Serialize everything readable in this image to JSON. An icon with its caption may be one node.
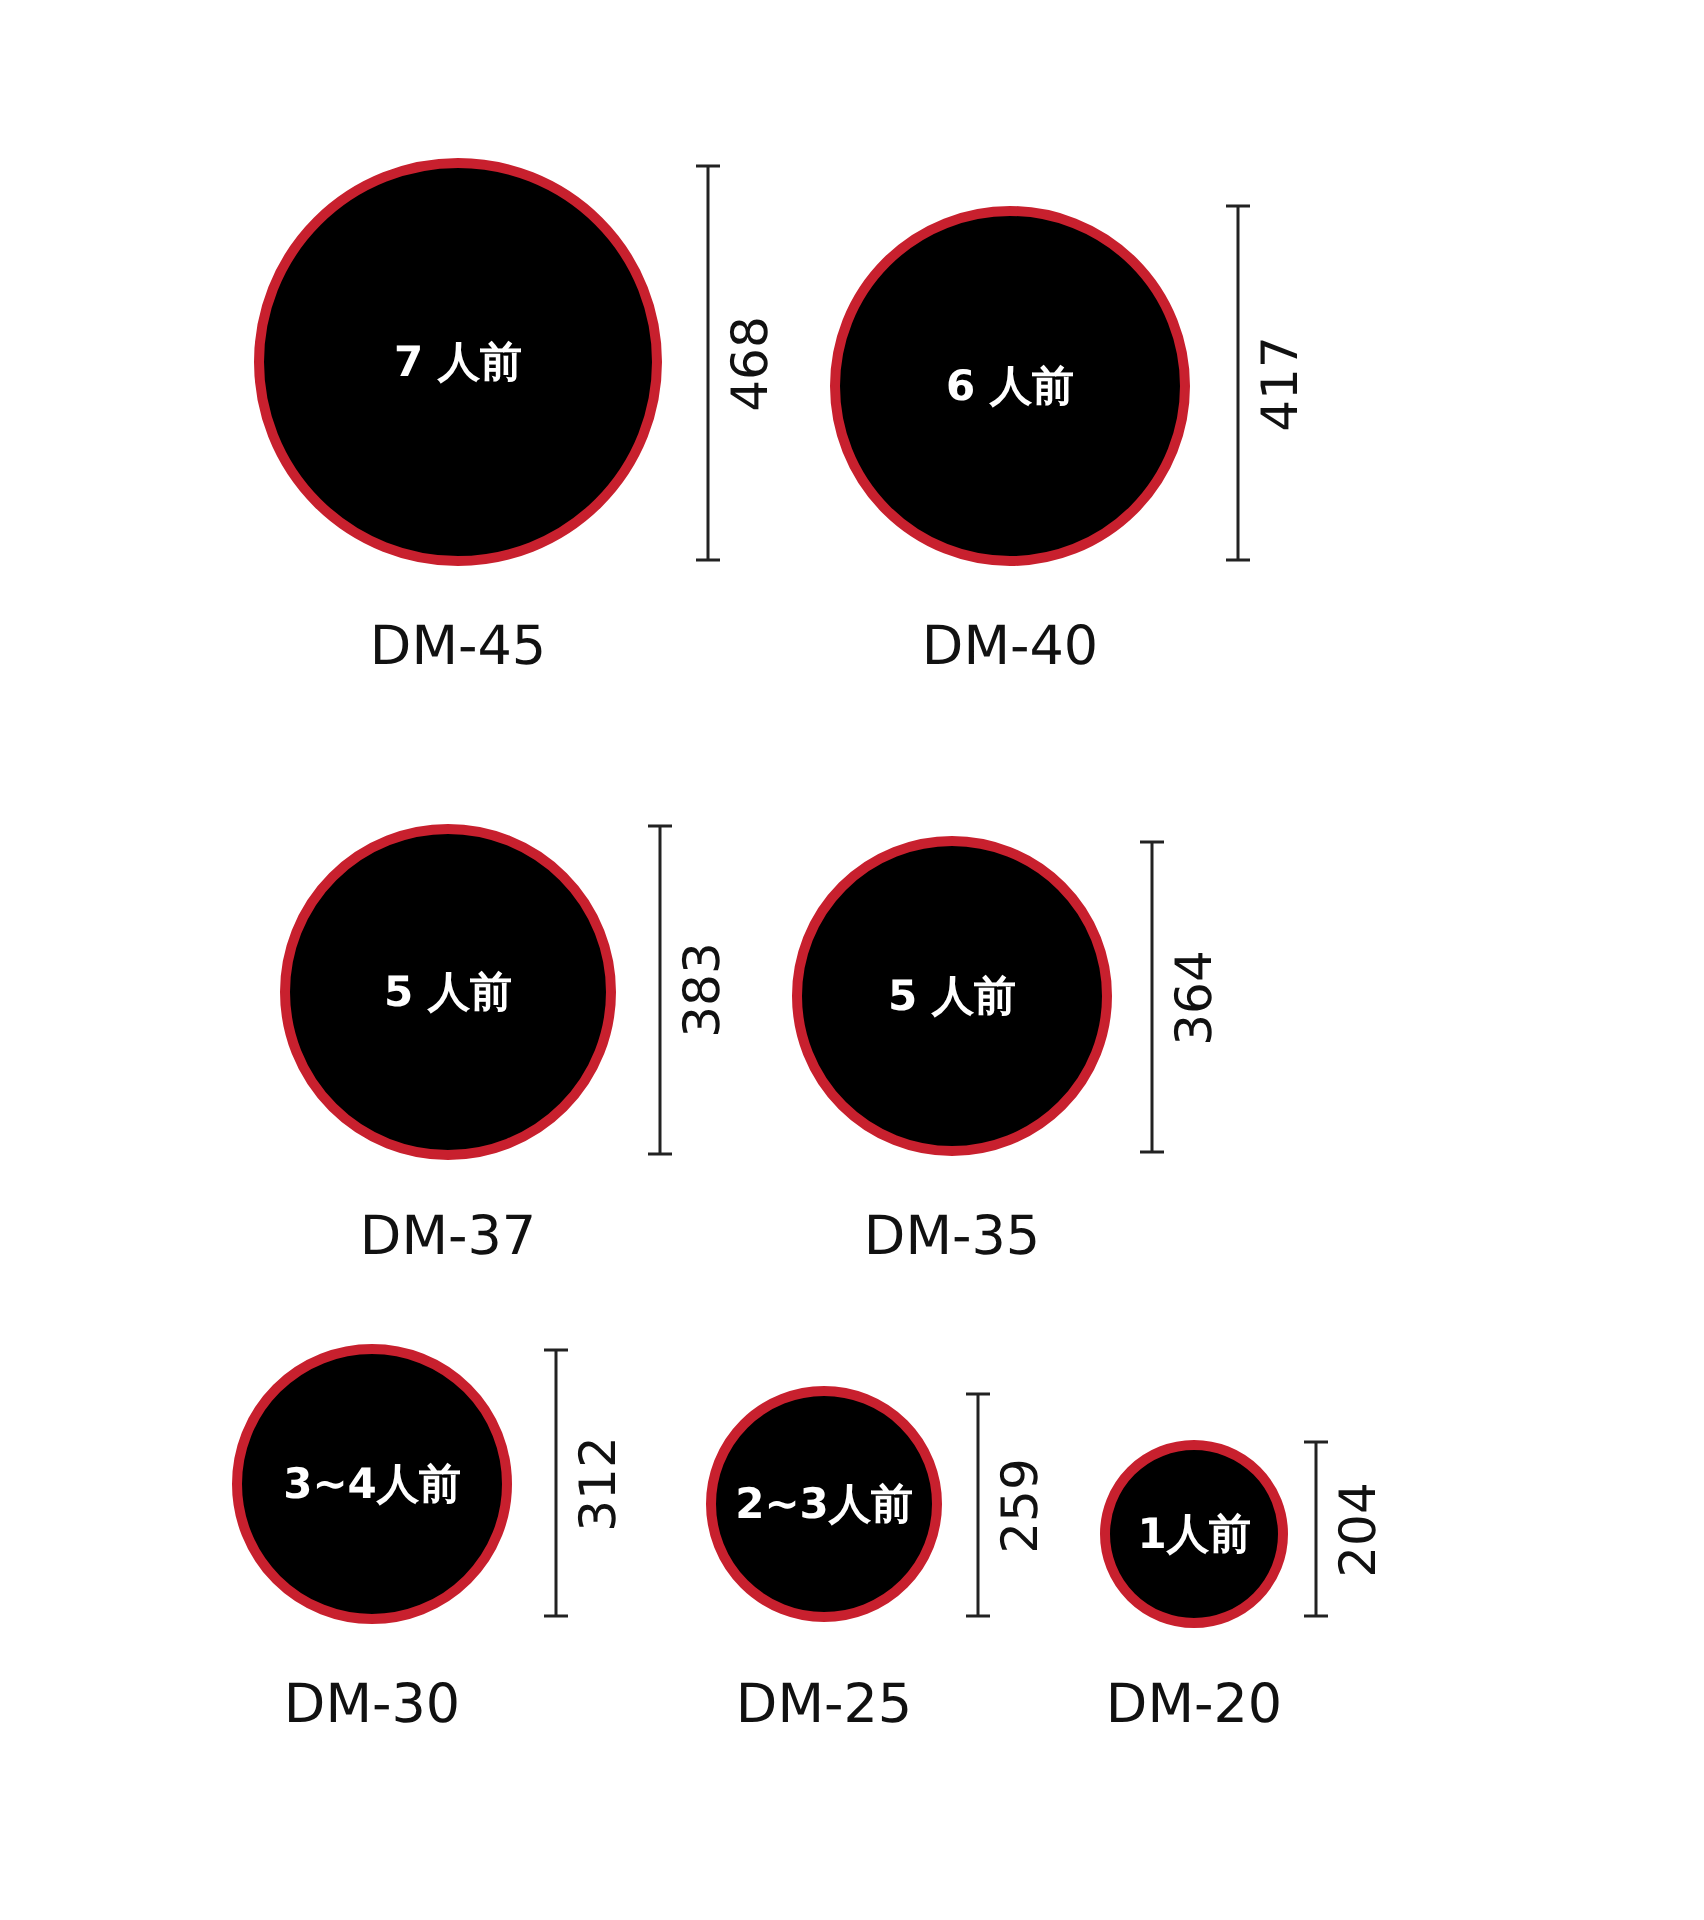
{
  "diagram": {
    "nodes": [
      {
        "text": [
          "7 人前"
        ],
        "beside": [
          "DM-45"
        ]
      },
      {
        "text": [
          "6 人前"
        ],
        "beside": [
          "DM-40"
        ]
      },
      {
        "text": [
          "5 人前"
        ],
        "beside": [
          "DM-37"
        ]
      },
      {
        "text": [
          "5 人前"
        ],
        "beside": [
          "DM-35"
        ]
      },
      {
        "text": [
          "3~4人前"
        ],
        "beside": [
          "DM-30"
        ]
      },
      {
        "text": [
          "2~3人前"
        ],
        "beside": [
          "DM-25"
        ]
      },
      {
        "text": [
          "1人前"
        ],
        "beside": [
          "DM-20"
        ]
      }
    ],
    "labels": [
      "468",
      "417",
      "383",
      "364",
      "312",
      "259",
      "204"
    ]
  }
}
